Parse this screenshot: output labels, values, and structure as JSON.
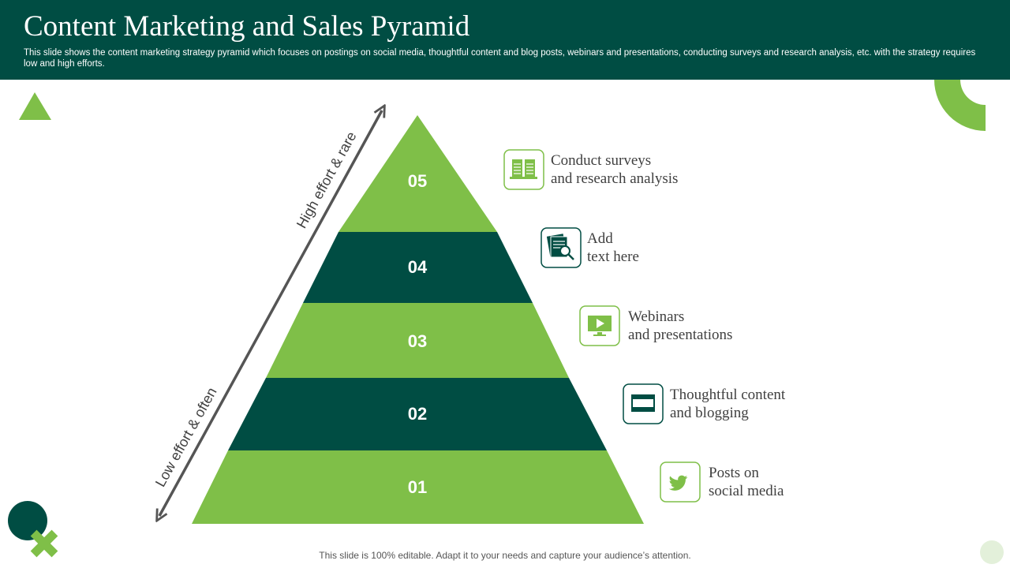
{
  "slide": {
    "title": "Content Marketing and Sales Pyramid",
    "subtitle": "This slide shows the content marketing strategy pyramid which focuses on postings on social media, thoughtful content and blog posts, webinars and presentations, conducting surveys and research analysis, etc. with the strategy requires low and high efforts.",
    "footer": "This slide is 100% editable. Adapt it to your needs and capture your audience’s attention."
  },
  "arrow": {
    "top_label": "High effort & rare",
    "bottom_label": "Low effort & often"
  },
  "levels": [
    {
      "number": "05",
      "label_line1": "Conduct surveys",
      "label_line2": "and research analysis",
      "icon": "book-icon"
    },
    {
      "number": "04",
      "label_line1": "Add",
      "label_line2": "text here",
      "icon": "document-search-icon"
    },
    {
      "number": "03",
      "label_line1": "Webinars",
      "label_line2": "and presentations",
      "icon": "video-play-icon"
    },
    {
      "number": "02",
      "label_line1": "Thoughtful content",
      "label_line2": "and blogging",
      "icon": "browser-window-icon"
    },
    {
      "number": "01",
      "label_line1": "Posts on",
      "label_line2": "social media",
      "icon": "twitter-bird-icon"
    }
  ],
  "colors": {
    "dark_green": "#004d43",
    "light_green": "#7fbf48",
    "text_gray": "#404040",
    "arrow_gray": "#555555"
  }
}
